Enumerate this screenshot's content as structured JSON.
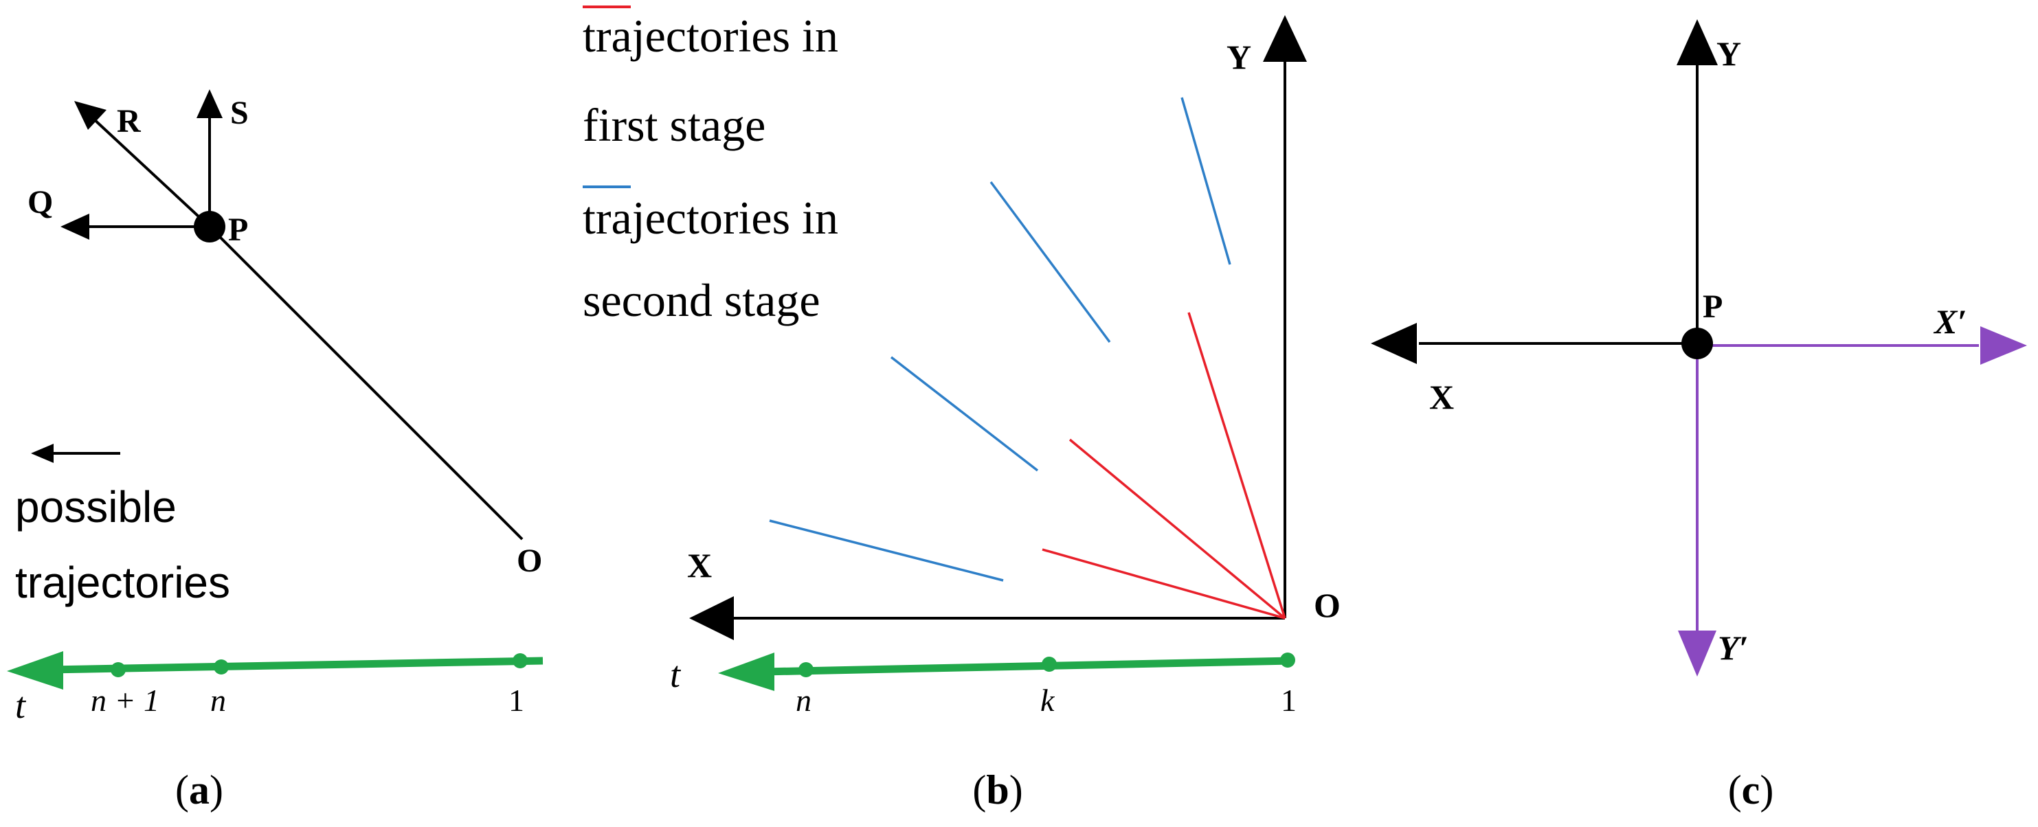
{
  "colors": {
    "axis": "#000000",
    "timeline": "#21a84a",
    "first_stage": "#e8202a",
    "second_stage": "#2e7fc8",
    "transformed_axis": "#8a49c0"
  },
  "panel_a": {
    "caption_open": "(",
    "caption_letter": "a",
    "caption_close": ")",
    "label_R": "R",
    "label_S": "S",
    "label_Q": "Q",
    "label_P": "P",
    "label_O": "O",
    "legend_line1": "possible",
    "legend_line2": "trajectories",
    "timeline": {
      "axis_label": "t",
      "ticks": [
        "n + 1",
        "n",
        "1"
      ]
    }
  },
  "panel_b": {
    "caption_open": "(",
    "caption_letter": "b",
    "caption_close": ")",
    "label_Y": "Y",
    "label_X": "X",
    "label_O": "O",
    "legend_first_line1": "trajectories in",
    "legend_first_line2": "first stage",
    "legend_second_line1": "trajectories in",
    "legend_second_line2": "second stage",
    "timeline": {
      "axis_label": "t",
      "ticks": [
        "n",
        "k",
        "1"
      ]
    }
  },
  "panel_c": {
    "caption_open": "(",
    "caption_letter": "c",
    "caption_close": ")",
    "label_Y": "Y",
    "label_X": "X",
    "label_P": "P",
    "label_Xp": "X′",
    "label_Yp": "Y′"
  }
}
